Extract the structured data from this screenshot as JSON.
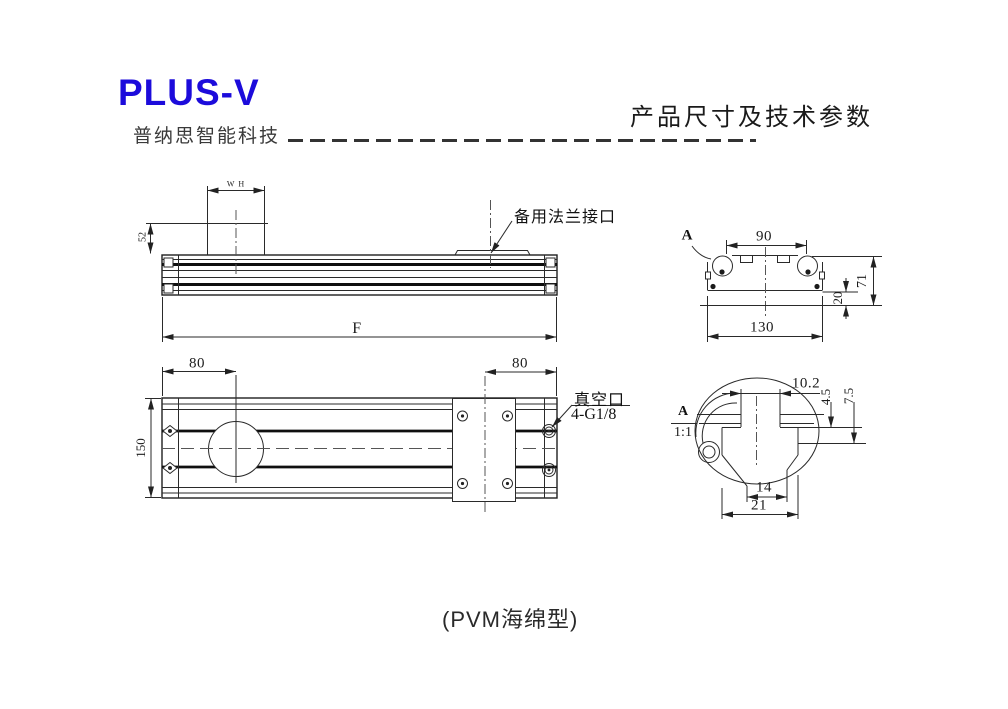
{
  "header": {
    "brand": "PLUS-V",
    "company": "普纳思智能科技",
    "title": "产品尺寸及技术参数"
  },
  "caption": "(PVM海绵型)",
  "colors": {
    "brand": "#1c0bdb",
    "line": "#2a2a2a"
  },
  "side_view": {
    "slider_width": "W H",
    "slider_height": "52",
    "flange_port": "备用法兰接口",
    "length": "F"
  },
  "plan_view": {
    "offset_left": "80",
    "offset_right": "80",
    "width": "150",
    "vacuum_port": "真空口",
    "vacuum_thread": "4-G1/8"
  },
  "section_view": {
    "marker": "A",
    "top_width": "90",
    "bottom_width": "130",
    "height": "71",
    "base_height": "20"
  },
  "detail_view": {
    "marker": "A",
    "scale": "1:1",
    "slot_width": "10.2",
    "depth_a": "4.5",
    "depth_b": "7.5",
    "opening_width": "14",
    "outer_width": "21"
  }
}
